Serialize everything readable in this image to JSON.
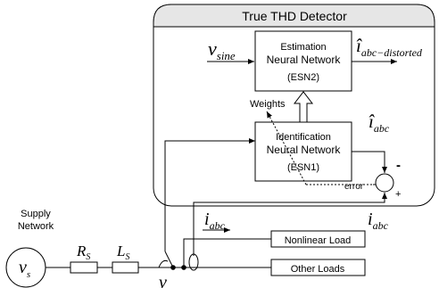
{
  "detector": {
    "title": "True THD Detector"
  },
  "esn2": {
    "line1": "Estimation",
    "line2": "Neural Network",
    "line3": "(ESN2)"
  },
  "esn1": {
    "line1": "Identification",
    "line2": "Neural Network",
    "line3": "(ESN1)"
  },
  "labels": {
    "v_sine_main": "v",
    "v_sine_sub": "sine",
    "i_distorted_main": "î",
    "i_distorted_sub": "abc−distorted",
    "weights": "Weights",
    "i_hat_main": "î",
    "i_hat_sub": "abc",
    "error": "error",
    "minus": "-",
    "plus": "+",
    "supply_line1": "Supply",
    "supply_line2": "Network",
    "vs_main": "v",
    "vs_sub": "s",
    "rs_main": "R",
    "rs_sub": "S",
    "ls_main": "L",
    "ls_sub": "S",
    "i_abc_mid_main": "i",
    "i_abc_mid_sub": "abc",
    "i_abc_right_main": "i",
    "i_abc_right_sub": "abc",
    "v_bottom": "v"
  },
  "loads": {
    "nonlinear": "Nonlinear Load",
    "other": "Other Loads"
  }
}
